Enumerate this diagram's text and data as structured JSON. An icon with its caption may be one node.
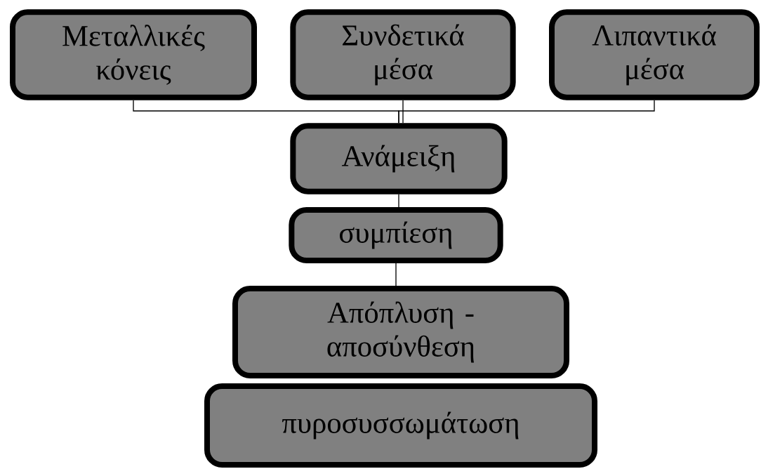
{
  "diagram": {
    "nodes": [
      {
        "text": [
          "Μεταλλικές κόνεις"
        ]
      },
      {
        "text": [
          "Συνδετικά μέσα"
        ]
      },
      {
        "text": [
          "Λιπαντικά μέσα"
        ]
      },
      {
        "text": [
          "Ανάμειξη"
        ]
      },
      {
        "text": [
          "συμπίεση"
        ]
      },
      {
        "text": [
          "Απόπλυση - αποσύνθεση"
        ]
      },
      {
        "text": [
          "πυροσυσσωμάτωση"
        ]
      }
    ],
    "edges": [
      {
        "from": 0,
        "to": 3,
        "arrow": "none"
      },
      {
        "from": 1,
        "to": 3,
        "arrow": "none"
      },
      {
        "from": 2,
        "to": 3,
        "arrow": "none"
      },
      {
        "from": 3,
        "to": 4,
        "arrow": "none"
      },
      {
        "from": 4,
        "to": 5,
        "arrow": "none"
      }
    ]
  }
}
